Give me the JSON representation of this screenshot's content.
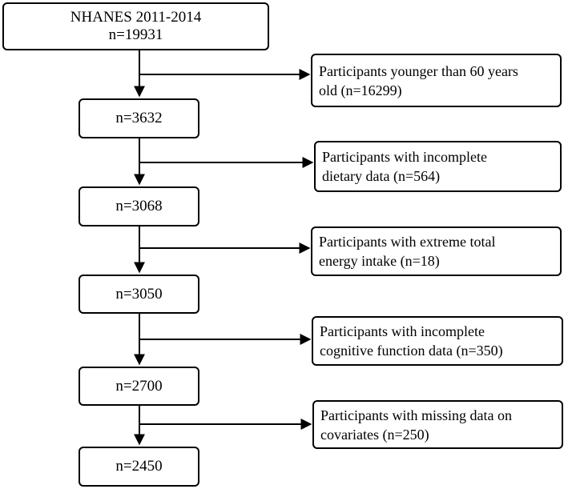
{
  "main_boxes": [
    {
      "lines": [
        "NHANES 2011-2014",
        "n=19931"
      ]
    },
    {
      "lines": [
        "n=3632"
      ]
    },
    {
      "lines": [
        "n=3068"
      ]
    },
    {
      "lines": [
        "n=3050"
      ]
    },
    {
      "lines": [
        "n=2700"
      ]
    },
    {
      "lines": [
        "n=2450"
      ]
    }
  ],
  "exclusion_boxes": [
    {
      "lines": [
        "Participants younger than 60 years",
        "old (n=16299)"
      ]
    },
    {
      "lines": [
        "Participants with incomplete",
        "dietary data (n=564)"
      ]
    },
    {
      "lines": [
        "Participants with extreme total",
        "energy intake (n=18)"
      ]
    },
    {
      "lines": [
        "Participants with incomplete",
        "cognitive function data (n=350)"
      ]
    },
    {
      "lines": [
        "Participants with missing data on",
        "covariates (n=250)"
      ]
    }
  ],
  "colors": {
    "stroke": "#000000",
    "background": "#ffffff"
  }
}
